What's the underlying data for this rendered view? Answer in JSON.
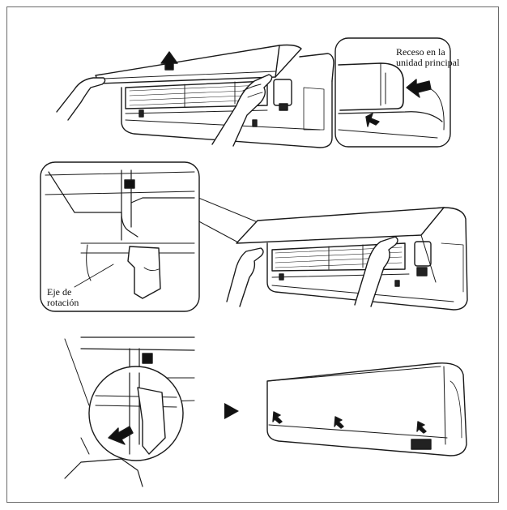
{
  "labels": {
    "recess": [
      "Receso en la",
      "unidad principal"
    ],
    "axis": [
      "Eje de",
      "rotación"
    ]
  },
  "colors": {
    "ink": "#1a1a1a",
    "frame": "#6a6a6a",
    "paper": "#ffffff"
  },
  "icons": [
    "arrow-up-icon",
    "arrow-left-icon",
    "play-triangle-icon",
    "small-arrow-icon"
  ]
}
